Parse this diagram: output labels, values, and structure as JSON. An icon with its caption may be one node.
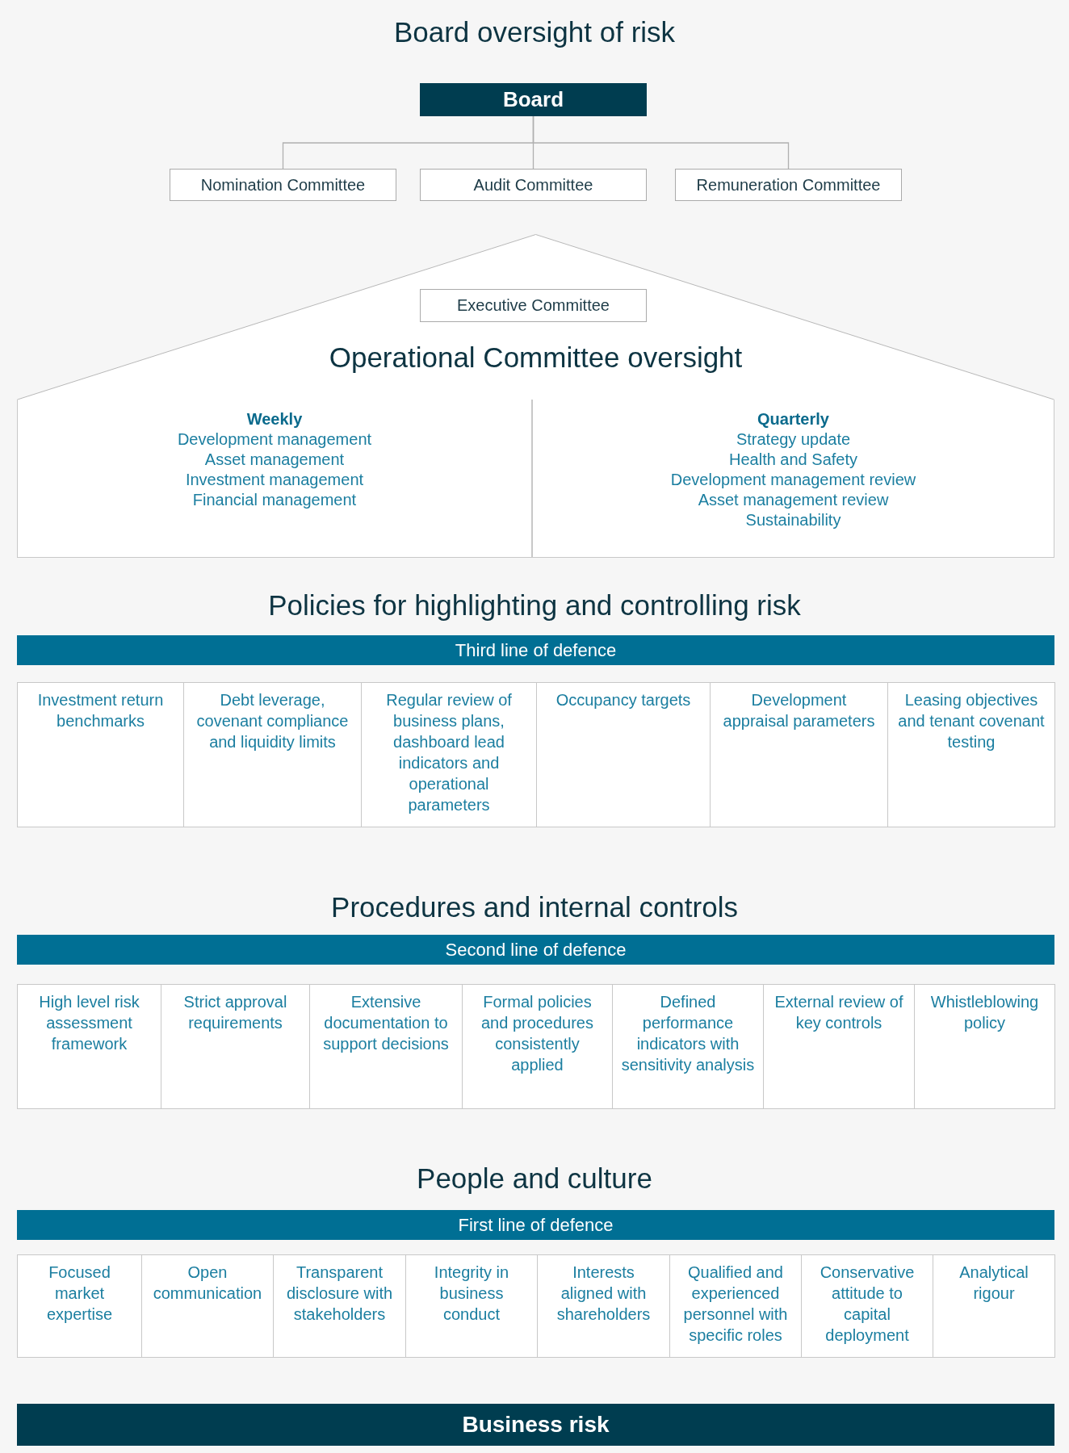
{
  "diagram": {
    "title": "Board oversight of risk",
    "nodes": [
      {
        "text": [
          "Board"
        ]
      },
      {
        "text": [
          "Nomination Committee"
        ]
      },
      {
        "text": [
          "Audit Committee"
        ]
      },
      {
        "text": [
          "Remuneration Committee"
        ]
      },
      {
        "text": [
          "Operational Committee oversight"
        ]
      },
      {
        "text": [
          "Executive Committee"
        ],
        "in": 4
      },
      {
        "text": [
          "Weekly",
          "Development management",
          "Asset management",
          "Investment management",
          "Financial management"
        ],
        "in": 4
      },
      {
        "text": [
          "Quarterly",
          "Strategy update",
          "Health and Safety",
          "Development management review",
          "Asset management review",
          "Sustainability"
        ],
        "in": 4
      },
      {
        "text": [
          "Third line of defence"
        ]
      },
      {
        "text": [
          "Investment return benchmarks"
        ]
      },
      {
        "text": [
          "Debt leverage, covenant compliance and liquidity limits"
        ]
      },
      {
        "text": [
          "Regular review of business plans, dashboard lead indicators and operational parameters"
        ]
      },
      {
        "text": [
          "Occupancy targets"
        ]
      },
      {
        "text": [
          "Development appraisal parameters"
        ]
      },
      {
        "text": [
          "Leasing objectives and tenant covenant testing"
        ]
      },
      {
        "text": [
          "Second line of defence"
        ]
      },
      {
        "text": [
          "High level risk assessment framework"
        ]
      },
      {
        "text": [
          "Strict approval requirements"
        ]
      },
      {
        "text": [
          "Extensive documentation to support decisions"
        ]
      },
      {
        "text": [
          "Formal policies and procedures consistently applied"
        ]
      },
      {
        "text": [
          "Defined performance indicators with sensitivity analysis"
        ]
      },
      {
        "text": [
          "External review of key controls"
        ]
      },
      {
        "text": [
          "Whistleblowing policy"
        ]
      },
      {
        "text": [
          "First line of defence"
        ]
      },
      {
        "text": [
          "Focused market expertise"
        ]
      },
      {
        "text": [
          "Open communication"
        ]
      },
      {
        "text": [
          "Transparent disclosure with stakeholders"
        ]
      },
      {
        "text": [
          "Integrity in business conduct"
        ]
      },
      {
        "text": [
          "Interests aligned with shareholders"
        ]
      },
      {
        "text": [
          "Qualified and experienced personnel with specific roles"
        ]
      },
      {
        "text": [
          "Conservative attitude to capital deployment"
        ]
      },
      {
        "text": [
          "Analytical rigour"
        ]
      },
      {
        "text": [
          "Business risk"
        ]
      }
    ],
    "edges": [
      {
        "from": 0,
        "to": 1,
        "arrow": "none"
      },
      {
        "from": 0,
        "to": 2,
        "arrow": "none"
      },
      {
        "from": 0,
        "to": 3,
        "arrow": "none"
      }
    ],
    "labels": [
      "Policies for highlighting and controlling risk",
      "Procedures and internal controls",
      "People and culture"
    ]
  }
}
